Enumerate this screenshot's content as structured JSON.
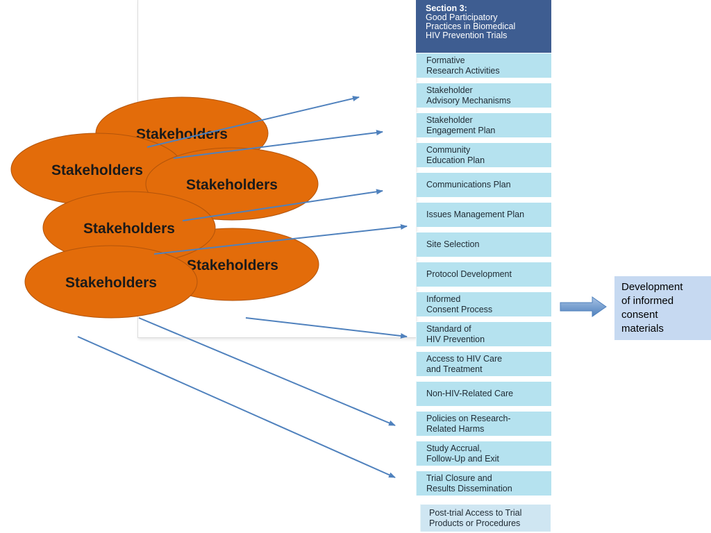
{
  "section": {
    "label": "Section 3:",
    "title": "Good Participatory\nPractices in Biomedical\nHIV Prevention Trials"
  },
  "menu_items": [
    "Formative\nResearch Activities",
    "Stakeholder\nAdvisory Mechanisms",
    "Stakeholder\nEngagement Plan",
    "Community\nEducation Plan",
    "Communications Plan",
    "Issues Management Plan",
    "Site Selection",
    "Protocol Development",
    "Informed\nConsent Process",
    "Standard of\nHIV Prevention",
    "Access to HIV Care\nand Treatment",
    "Non-HIV-Related Care",
    "Policies on Research-\nRelated Harms",
    "Study Accrual,\nFollow-Up and Exit",
    "Trial Closure and\nResults Dissemination"
  ],
  "last_item": "Post-trial Access to Trial\nProducts or Procedures",
  "stakeholders": [
    "Stakeholders",
    "Stakeholders",
    "Stakeholders",
    "Stakeholders",
    "Stakeholders",
    "Stakeholders"
  ],
  "callout": "Development\nof informed\nconsent\nmaterials",
  "colors": {
    "oval_fill": "#e36c0a",
    "oval_stroke": "#b3540a",
    "arrow": "#4f81bd",
    "header": "#3e5d91",
    "item": "#b5e2ef",
    "callout": "#c6d9f1"
  }
}
